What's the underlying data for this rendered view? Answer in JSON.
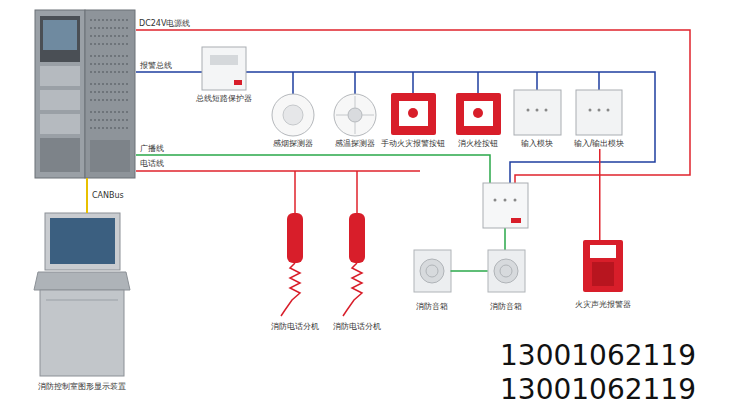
{
  "diagram": {
    "nodes": [
      {
        "text": [
          "总线短路保护器"
        ]
      },
      {
        "text": [
          "感烟探测器"
        ]
      },
      {
        "text": [
          "感温探测器"
        ]
      },
      {
        "text": [
          "手动火灾报警按钮"
        ]
      },
      {
        "text": [
          "消火栓按钮"
        ]
      },
      {
        "text": [
          "输入模块"
        ]
      },
      {
        "text": [
          "输入/输出模块"
        ]
      },
      {
        "text": [
          "消防电话分机"
        ]
      },
      {
        "text": [
          "消防电话分机"
        ]
      },
      {
        "text": [
          "消防音箱"
        ]
      },
      {
        "text": [
          "消防音箱"
        ]
      },
      {
        "text": [
          "火灾声光报警器"
        ]
      },
      {
        "text": [
          "消防控制室图形显示装置"
        ]
      }
    ],
    "edges": [
      {
        "from": 9,
        "to": 10,
        "arrow": "none"
      },
      {
        "from": 6,
        "to": 11,
        "arrow": "none"
      }
    ],
    "labels": [
      "DC24V电源线",
      "报警总线",
      "广播线",
      "电话线",
      "CANBus",
      "13001062119",
      "13001062119"
    ]
  }
}
